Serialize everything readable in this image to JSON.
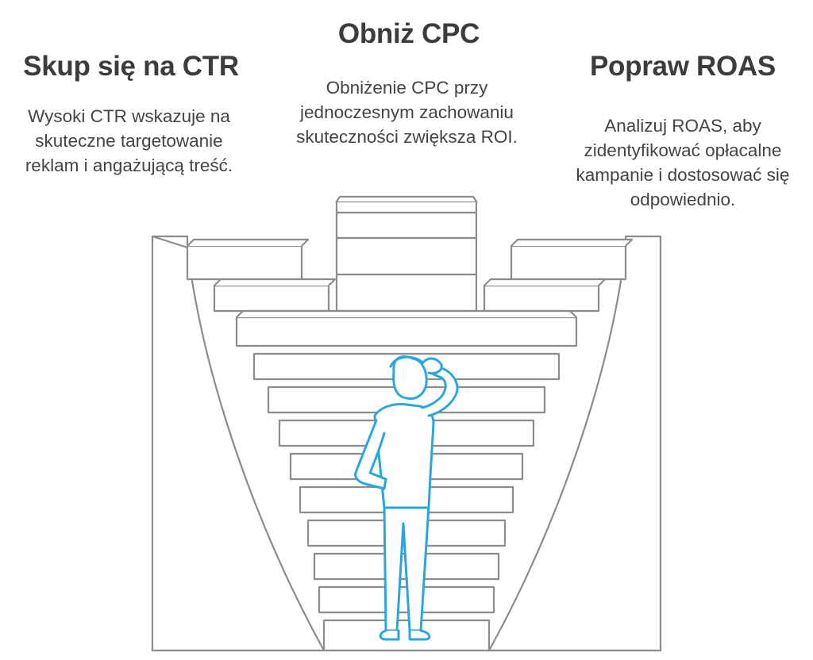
{
  "sections": {
    "left": {
      "title": "Skup się na CTR",
      "text": "Wysoki CTR wskazuje na skuteczne targetowanie reklam i angażującą treść."
    },
    "middle": {
      "title": "Obniż CPC",
      "text": "Obniżenie CPC przy jednoczesnym zachowaniu skuteczności zwiększa ROI."
    },
    "right": {
      "title": "Popraw ROAS",
      "text": "Analizuj ROAS, aby zidentyfikować opłacalne kampanie i dostosować się odpowiednio."
    }
  },
  "colors": {
    "stairs": "#8a8a8a",
    "person": "#2aa6df",
    "text": "#444444"
  }
}
